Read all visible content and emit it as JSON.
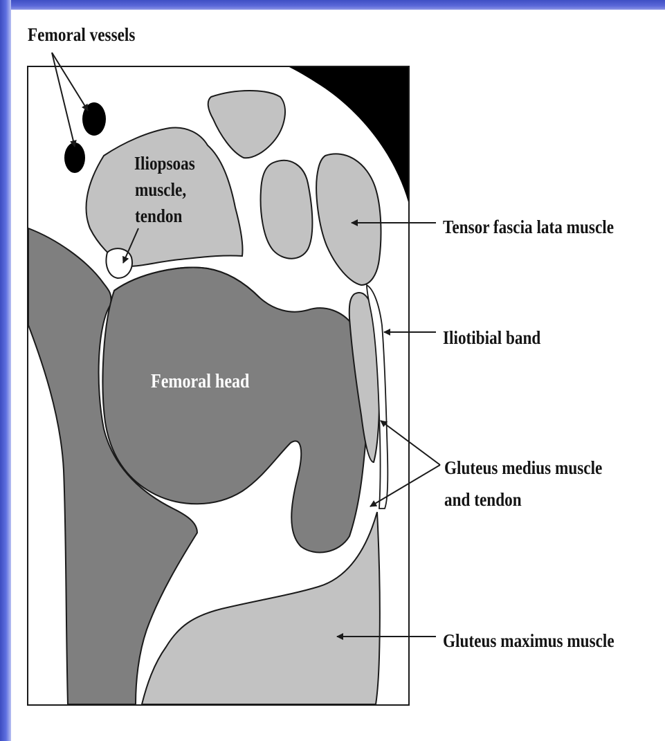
{
  "diagram": {
    "labels": {
      "femoral_vessels": "Femoral vessels",
      "iliopsoas": [
        "Iliopsoas",
        "muscle,",
        "tendon"
      ],
      "tensor_fascia_lata": "Tensor fascia lata muscle",
      "iliotibial_band": "Iliotibial band",
      "femoral_head": "Femoral head",
      "gluteus_medius": [
        "Gluteus medius muscle",
        "and tendon"
      ],
      "gluteus_maximus": "Gluteus maximus muscle"
    },
    "colors": {
      "frame_accent": "#4a5ad0",
      "bone": "#7f7f7f",
      "muscle": "#c2c2c2",
      "vessel": "#000000",
      "outline": "#1a1a1a",
      "background": "#ffffff"
    }
  }
}
